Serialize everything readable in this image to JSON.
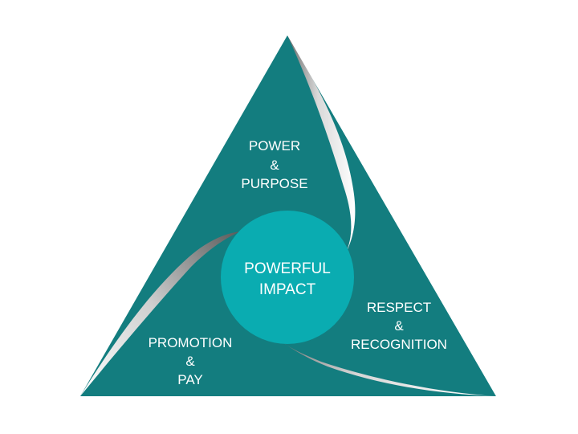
{
  "colors": {
    "triangle": "#137d7f",
    "circle": "#0aacb1",
    "swirl_highlight": "#f2f2f2",
    "swirl_shadow": "#6a6a6a",
    "text": "#ffffff"
  },
  "center": {
    "line1": "POWERFUL",
    "line2": "IMPACT"
  },
  "segments": [
    {
      "line1": "POWER",
      "line2": "&",
      "line3": "PURPOSE"
    },
    {
      "line1": "RESPECT",
      "line2": "&",
      "line3": "RECOGNITION"
    },
    {
      "line1": "PROMOTION",
      "line2": "&",
      "line3": "PAY"
    }
  ]
}
